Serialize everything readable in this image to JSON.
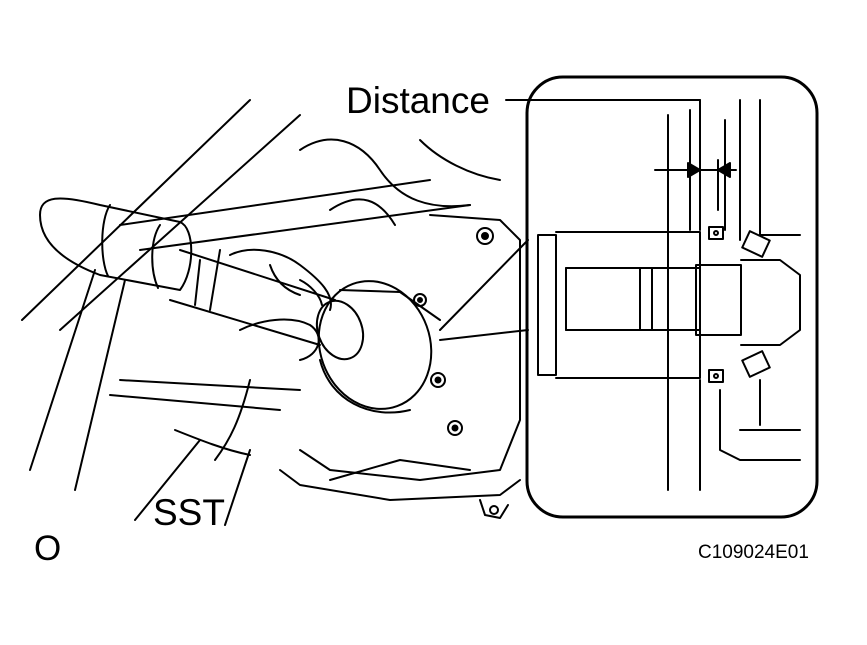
{
  "figure": {
    "labels": {
      "distance": "Distance",
      "sst": "SST",
      "orientation_mark": "O",
      "figure_code": "C109024E01"
    },
    "colors": {
      "line": "#000000",
      "background": "#ffffff"
    }
  }
}
